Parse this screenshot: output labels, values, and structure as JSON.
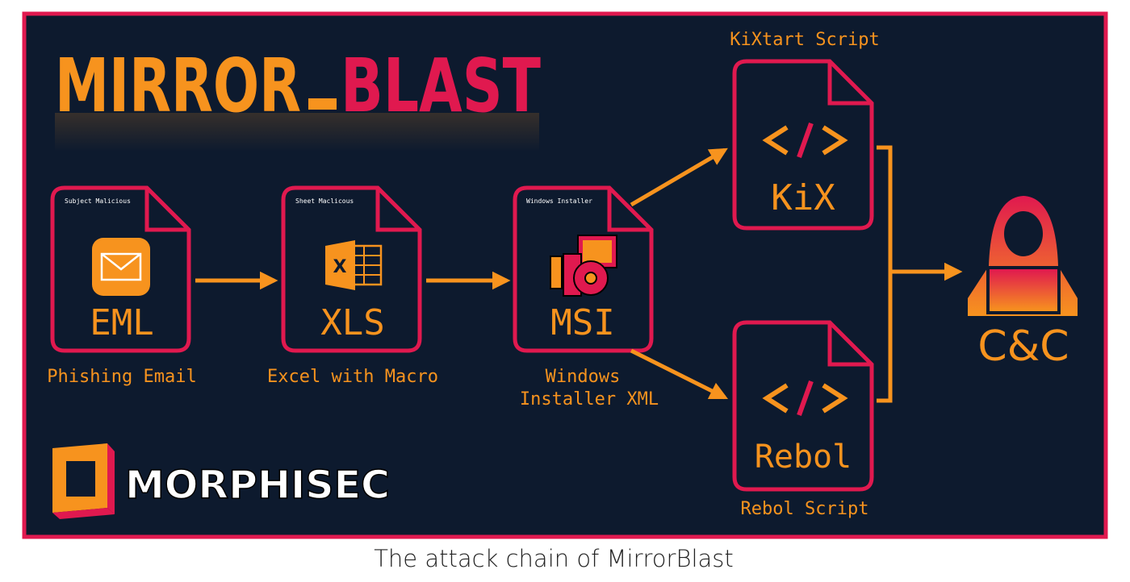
{
  "title": {
    "part1": "MIRROR",
    "separator": "_",
    "part2": "BLAST"
  },
  "nodes": {
    "eml": {
      "tag": "Subject Malicious",
      "label": "EML",
      "caption": "Phishing Email",
      "icon": "envelope-icon"
    },
    "xls": {
      "tag": "Sheet Maclicous",
      "label": "XLS",
      "caption": "Excel with Macro",
      "icon": "excel-icon"
    },
    "msi": {
      "tag": "Windows Installer",
      "label": "MSI",
      "caption_line1": "Windows",
      "caption_line2": "Installer XML",
      "icon": "installer-icon"
    },
    "kix": {
      "code": "</>",
      "label": "KiX",
      "caption": "KiXtart Script",
      "icon": "code-icon"
    },
    "rebol": {
      "code": "</>",
      "label": "Rebol",
      "caption": "Rebol Script",
      "icon": "code-icon"
    },
    "cnc": {
      "label": "C&C",
      "icon": "hacker-icon"
    }
  },
  "brand": {
    "name": "MORPHISEC",
    "icon": "morphisec-logo-icon"
  },
  "caption": "The attack chain of MirrorBlast",
  "colors": {
    "background": "#0d1a2e",
    "border": "#e0194f",
    "accent": "#f7931e",
    "white": "#ffffff"
  }
}
